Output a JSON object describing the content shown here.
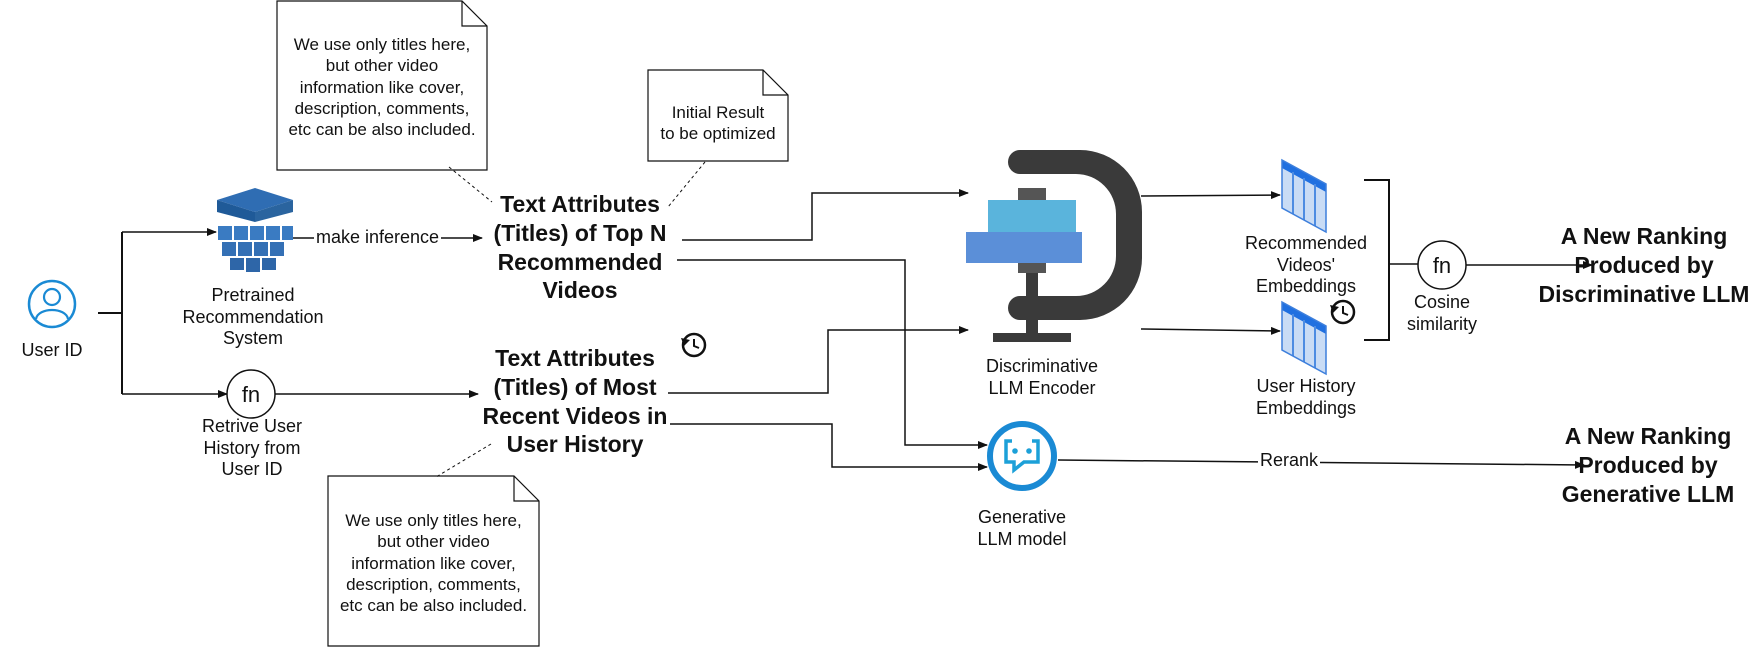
{
  "colors": {
    "line": "#111111",
    "blue_icon": "#1a8ad4",
    "cube_blue": "#2f6db3",
    "clamp_dark": "#3a3a3a",
    "enc_top": "#5ab4dc",
    "enc_mid": "#5b8fd8",
    "embed_blue": "#3d7fdc"
  },
  "nodes": {
    "user_id": "User ID",
    "pretrained": "Pretrained\nRecommendation\nSystem",
    "fn_symbol": "fn",
    "retrieve": "Retrive User\nHistory from\nUser ID",
    "text_topn": "Text Attributes\n(Titles) of Top N\nRecommended\nVideos",
    "text_recent": "Text Attributes\n(Titles) of Most\nRecent Videos in\nUser History",
    "encoder": "Discriminative\nLLM Encoder",
    "generative": "Generative\nLLM model",
    "rec_embeddings": "Recommended\nVideos'\nEmbeddings",
    "hist_embeddings": "User History\nEmbeddings",
    "cosine": "Cosine\nsimilarity",
    "out_disc": "A New Ranking\nProduced by\nDiscriminative LLM",
    "out_gen": "A New Ranking\nProduced by\nGenerative LLM"
  },
  "edges": {
    "make_inference": "make inference",
    "rerank": "Rerank"
  },
  "notes": {
    "top_note": "We use only titles here,\nbut other video\ninformation like cover,\ndescription, comments,\netc can be also included.",
    "initial": "Initial Result\nto be optimized",
    "bottom_note": "We use only titles here,\nbut other video\ninformation like cover,\ndescription, comments,\netc can be also included."
  },
  "icons": [
    "user-icon",
    "cube-stack-icon",
    "clamp-icon",
    "generative-llm-icon",
    "embedding-table-icon",
    "history-icon"
  ]
}
